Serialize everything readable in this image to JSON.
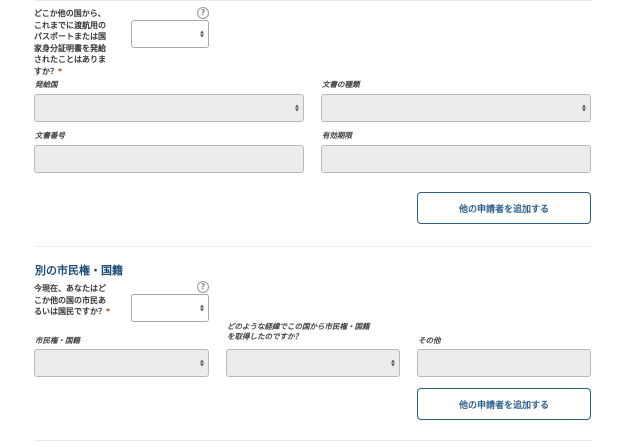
{
  "passport_section": {
    "question_text": "どこか他の国から、\nこれまでに渡航用の\nパスポートまたは国\n家身分証明書を発給\nされたことはありま\nすか？",
    "required_mark": "*",
    "help_glyph": "?",
    "issuing_country_label": "発給国",
    "document_type_label": "文書の種類",
    "document_number_label": "文書番号",
    "expiry_label": "有効期限",
    "add_applicant_label": "他の申請者を追加する"
  },
  "citizenship_section": {
    "title": "別の市民権・国籍",
    "question_text": "今現在、あなたはど\nこか他の国の市民あ\nるいは国民ですか？",
    "required_mark": "*",
    "help_glyph": "?",
    "citizenship_label": "市民権・国籍",
    "how_acquired_label": "どのような経緯でこの国から市民権・国籍\nを取得したのですか？",
    "other_label": "その他",
    "add_applicant_label": "他の申請者を追加する"
  }
}
